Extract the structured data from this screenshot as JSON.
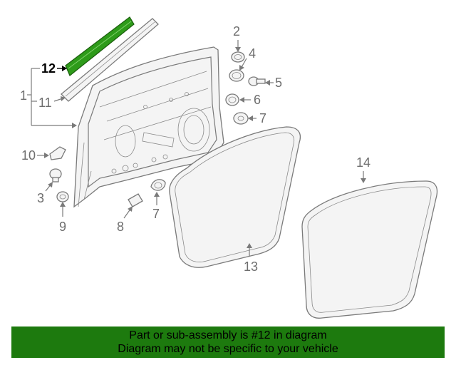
{
  "diagram": {
    "highlight_color": "#2e9b1a",
    "callouts": {
      "c1": "1",
      "c2": "2",
      "c3": "3",
      "c4": "4",
      "c5": "5",
      "c6": "6",
      "c7a": "7",
      "c7b": "7",
      "c8": "8",
      "c9": "9",
      "c10": "10",
      "c11": "11",
      "c12": "12",
      "c13": "13",
      "c14": "14"
    }
  },
  "banner": {
    "line1": "Part or sub-assembly is #12 in diagram",
    "line2": "Diagram may not be specific to your vehicle",
    "bg_color": "#1d7a0e"
  }
}
